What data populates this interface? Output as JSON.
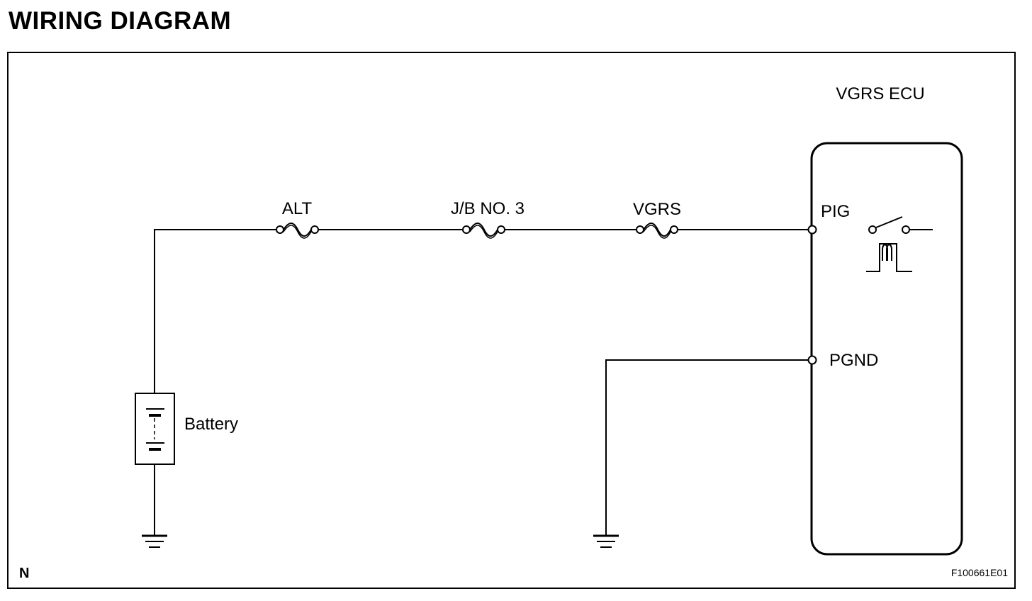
{
  "title": "WIRING DIAGRAM",
  "components": {
    "ecu": "VGRS ECU",
    "battery": "Battery"
  },
  "fuses": [
    "ALT",
    "J/B NO. 3",
    "VGRS"
  ],
  "terminals": {
    "pig": "PIG",
    "pgnd": "PGND"
  },
  "footer": {
    "corner_mark": "N",
    "figure_id": "F100661E01"
  }
}
